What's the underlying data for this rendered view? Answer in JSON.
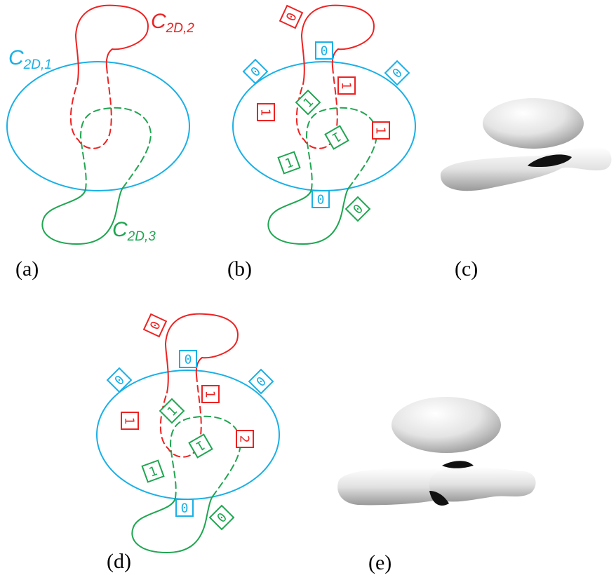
{
  "colors": {
    "curve1": "#1ab0e6",
    "curve2": "#ee2222",
    "curve3": "#1fa651"
  },
  "curve_labels": {
    "c1_main": "C",
    "c1_sub": "2D,1",
    "c2_main": "C",
    "c2_sub": "2D,2",
    "c3_main": "C",
    "c3_sub": "2D,3"
  },
  "panels": {
    "a": "(a)",
    "b": "(b)",
    "c": "(c)",
    "d": "(d)",
    "e": "(e)"
  },
  "panel_b_boxes": [
    {
      "value": "0",
      "curve": "curve2"
    },
    {
      "value": "0",
      "curve": "curve1"
    },
    {
      "value": "0",
      "curve": "curve1"
    },
    {
      "value": "0",
      "curve": "curve1"
    },
    {
      "value": "1",
      "curve": "curve2"
    },
    {
      "value": "1",
      "curve": "curve2"
    },
    {
      "value": "1",
      "curve": "curve3"
    },
    {
      "value": "1",
      "curve": "curve3"
    },
    {
      "value": "1",
      "curve": "curve2"
    },
    {
      "value": "1",
      "curve": "curve3"
    },
    {
      "value": "0",
      "curve": "curve1"
    },
    {
      "value": "0",
      "curve": "curve3"
    }
  ],
  "panel_d_boxes": [
    {
      "value": "0",
      "curve": "curve2"
    },
    {
      "value": "0",
      "curve": "curve1"
    },
    {
      "value": "0",
      "curve": "curve1"
    },
    {
      "value": "0",
      "curve": "curve1"
    },
    {
      "value": "1",
      "curve": "curve2"
    },
    {
      "value": "1",
      "curve": "curve2"
    },
    {
      "value": "1",
      "curve": "curve3"
    },
    {
      "value": "1",
      "curve": "curve3"
    },
    {
      "value": "2",
      "curve": "curve2"
    },
    {
      "value": "1",
      "curve": "curve3"
    },
    {
      "value": "0",
      "curve": "curve1"
    },
    {
      "value": "0",
      "curve": "curve3"
    }
  ]
}
